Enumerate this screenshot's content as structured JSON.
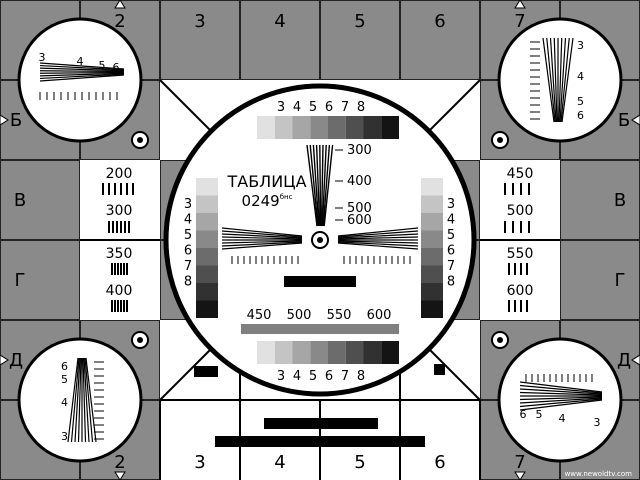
{
  "title": "ТАБЛИЦА",
  "code": "0249",
  "code_suffix": "бнс",
  "watermark": "www.newoldtv.com",
  "colors": {
    "grey": "#8a8a8a",
    "white": "#ffffff",
    "black": "#000000",
    "line": "#2a2a2a"
  },
  "top_columns": [
    "2",
    "3",
    "4",
    "5",
    "6",
    "7"
  ],
  "bottom_columns": [
    "2",
    "3",
    "4",
    "5",
    "6",
    "7"
  ],
  "left_rows": [
    "Б",
    "В",
    "Г",
    "Д"
  ],
  "right_rows": [
    "Б",
    "В",
    "Г",
    "Д"
  ],
  "grey_steps_top": [
    "3",
    "4",
    "5",
    "6",
    "7",
    "8"
  ],
  "grey_steps_bottom": [
    "3",
    "4",
    "5",
    "6",
    "7",
    "8"
  ],
  "grey_steps_left": [
    "3",
    "4",
    "5",
    "6",
    "7",
    "8"
  ],
  "grey_steps_right": [
    "3",
    "4",
    "5",
    "6",
    "7",
    "8"
  ],
  "center_wedge_labels": [
    "300",
    "400",
    "500",
    "600"
  ],
  "bottom_freq_labels": [
    "450",
    "500",
    "550",
    "600"
  ],
  "left_panel_labels": [
    "200",
    "300",
    "350",
    "400"
  ],
  "right_panel_labels": [
    "450",
    "500",
    "550",
    "600"
  ],
  "corner_tl": [
    "3",
    "4",
    "5",
    "6"
  ],
  "corner_tr": [
    "3",
    "4",
    "5",
    "6"
  ],
  "corner_bl": [
    "6",
    "5",
    "4",
    "3"
  ],
  "corner_br": [
    "6",
    "5",
    "4",
    "3"
  ]
}
